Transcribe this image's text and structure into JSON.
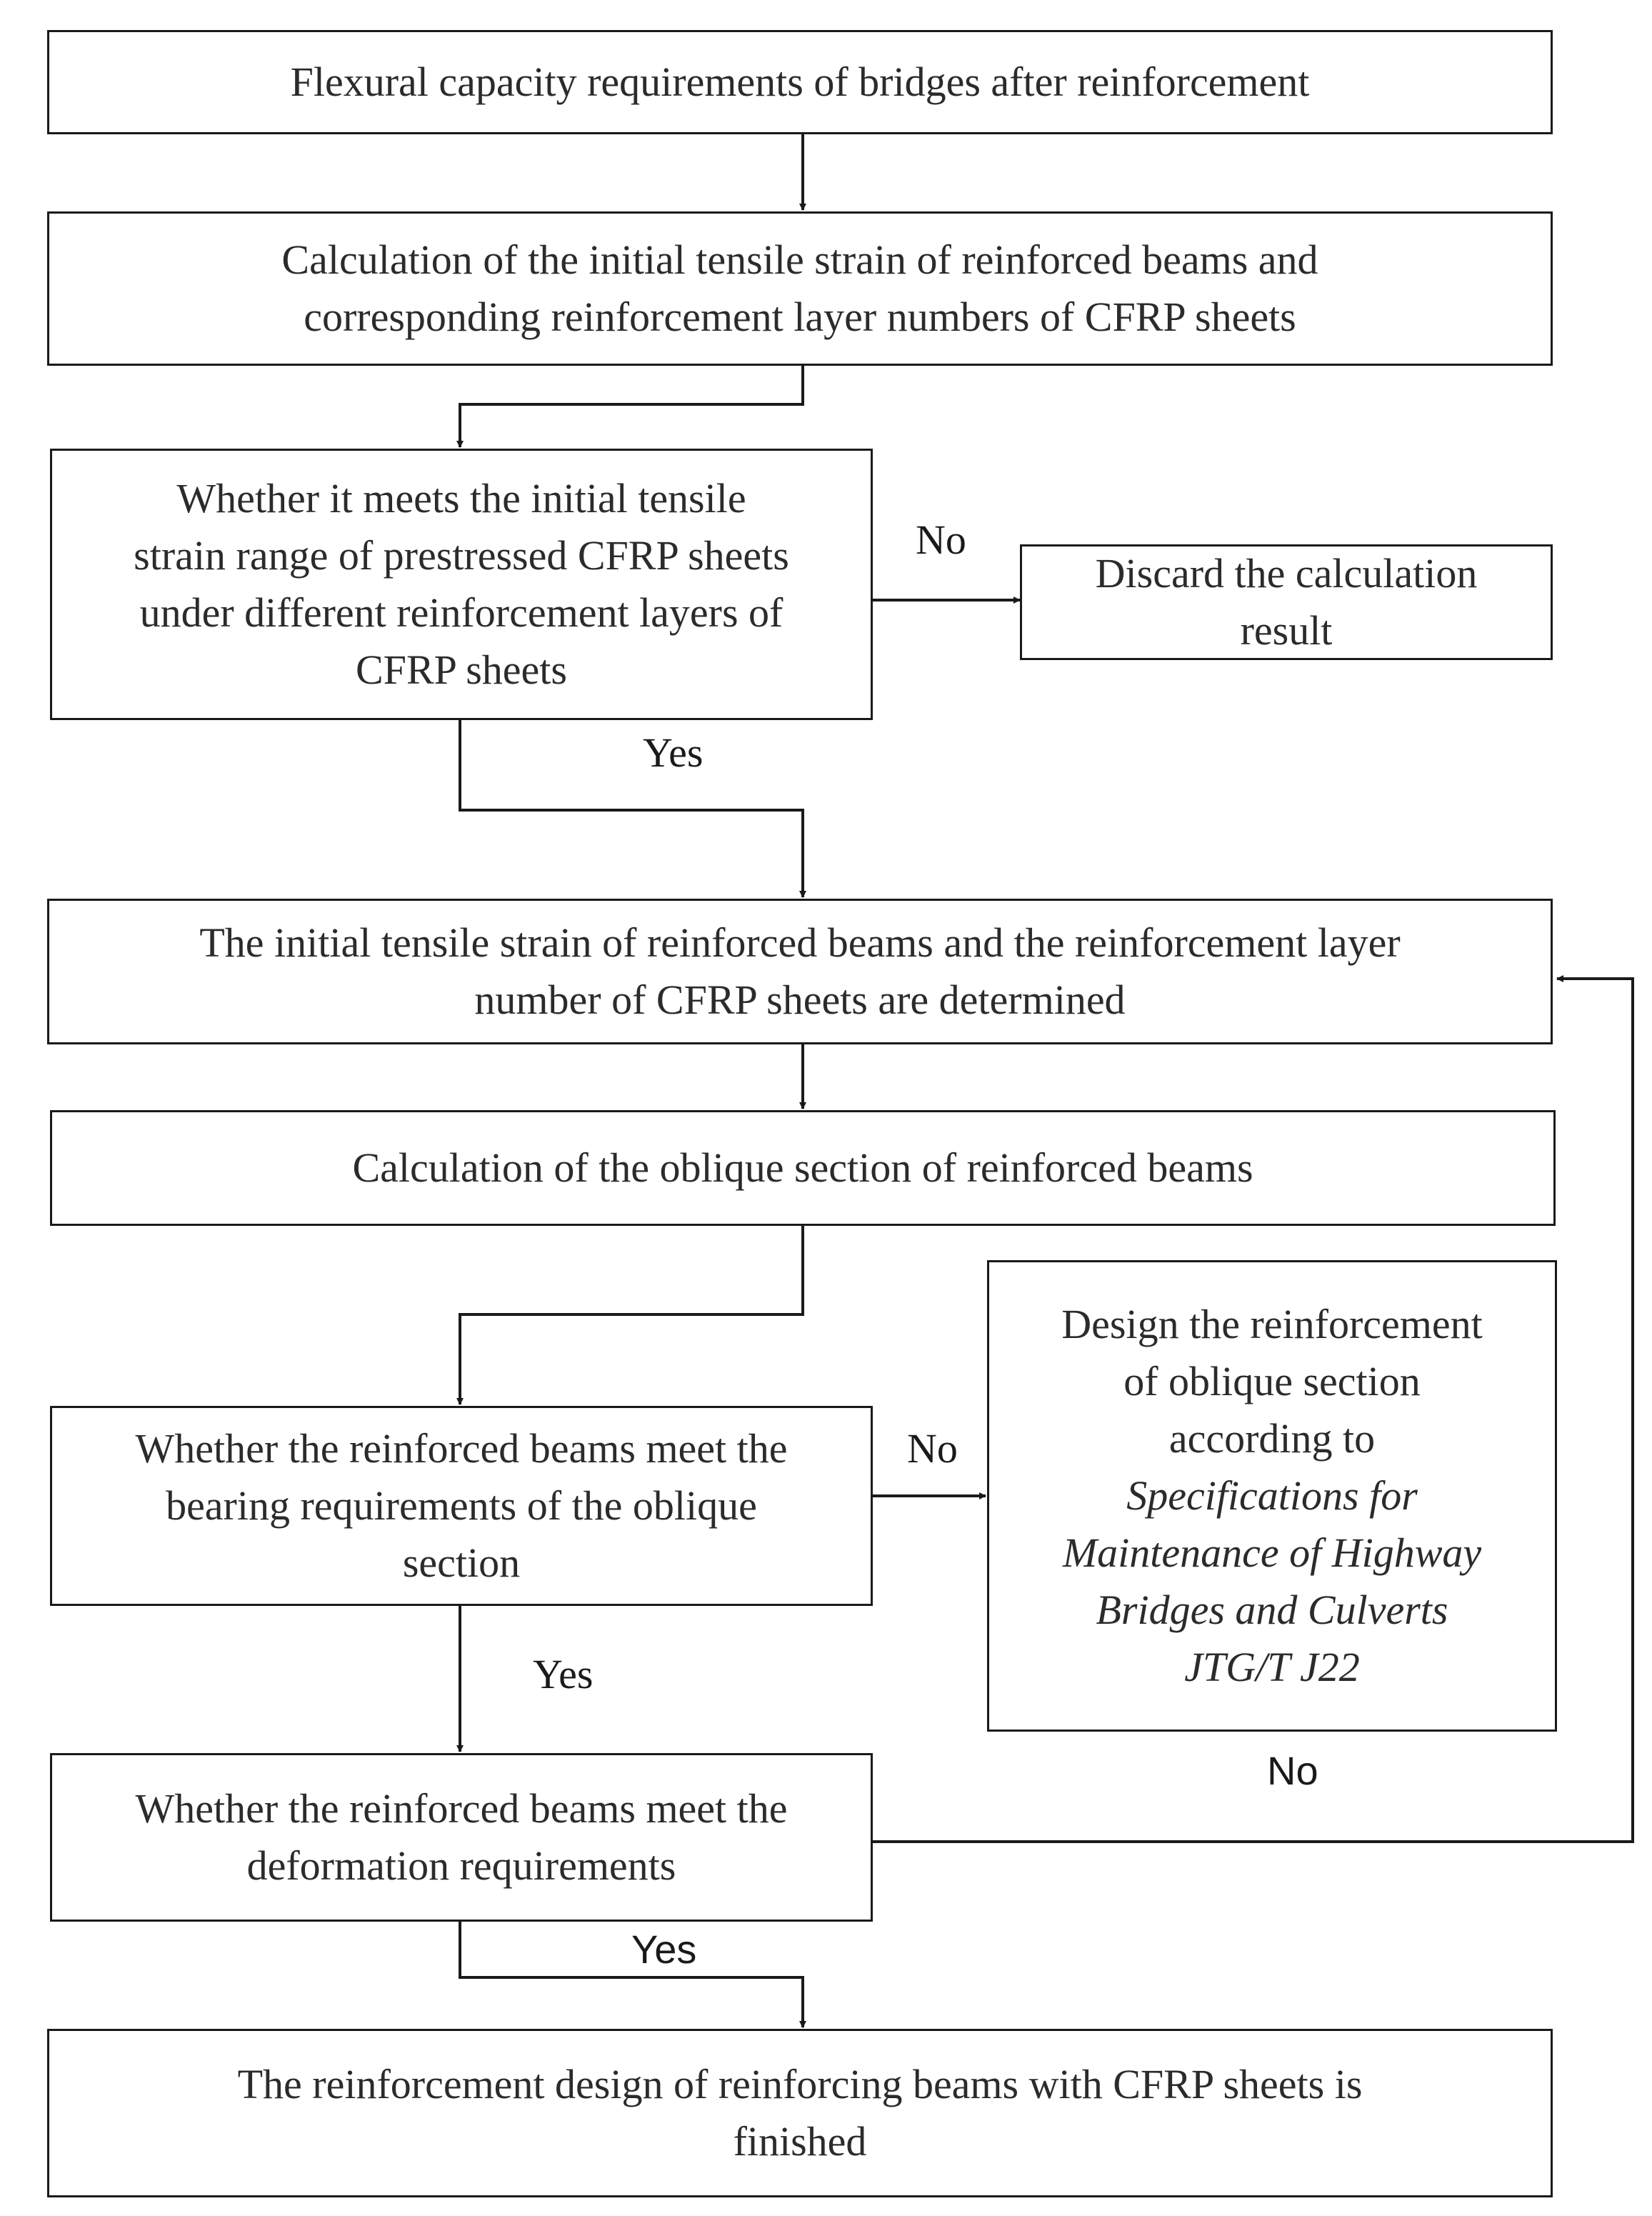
{
  "nodes": {
    "n1": {
      "lines": [
        "Flexural capacity requirements of bridges after reinforcement"
      ]
    },
    "n2": {
      "lines": [
        "Calculation of the initial tensile strain of reinforced beams and",
        "corresponding reinforcement layer numbers of CFRP sheets"
      ]
    },
    "n3": {
      "lines": [
        "Whether it meets the initial tensile",
        "strain range of prestressed CFRP sheets",
        "under different reinforcement layers of",
        "CFRP sheets"
      ]
    },
    "n4": {
      "lines": [
        "Discard the calculation",
        "result"
      ]
    },
    "n5": {
      "lines": [
        "The initial tensile strain of reinforced beams and the reinforcement layer",
        "number of CFRP sheets are determined"
      ]
    },
    "n6": {
      "lines": [
        "Calculation of the oblique section of reinforced beams"
      ]
    },
    "n7": {
      "lines": [
        "Whether the reinforced beams meet the",
        "bearing requirements of the oblique",
        "section"
      ]
    },
    "n8": {
      "lines": [
        "Design the reinforcement",
        "of oblique section",
        "according to"
      ],
      "italic_lines": [
        "Specifications for",
        "Maintenance of Highway",
        "Bridges and Culverts",
        "JTG/T J22"
      ]
    },
    "n9": {
      "lines": [
        "Whether the reinforced beams meet the",
        "deformation requirements"
      ]
    },
    "n10": {
      "lines": [
        "The reinforcement design of reinforcing beams with CFRP sheets is",
        "finished"
      ]
    }
  },
  "edge_labels": {
    "no_discard": "No",
    "yes_determined": "Yes",
    "no_design": "No",
    "yes_deformation": "Yes",
    "no_loop": "No",
    "yes_finished": "Yes"
  },
  "colors": {
    "line": "#1a1a1a",
    "text": "#2b2b2b",
    "background": "#ffffff"
  }
}
